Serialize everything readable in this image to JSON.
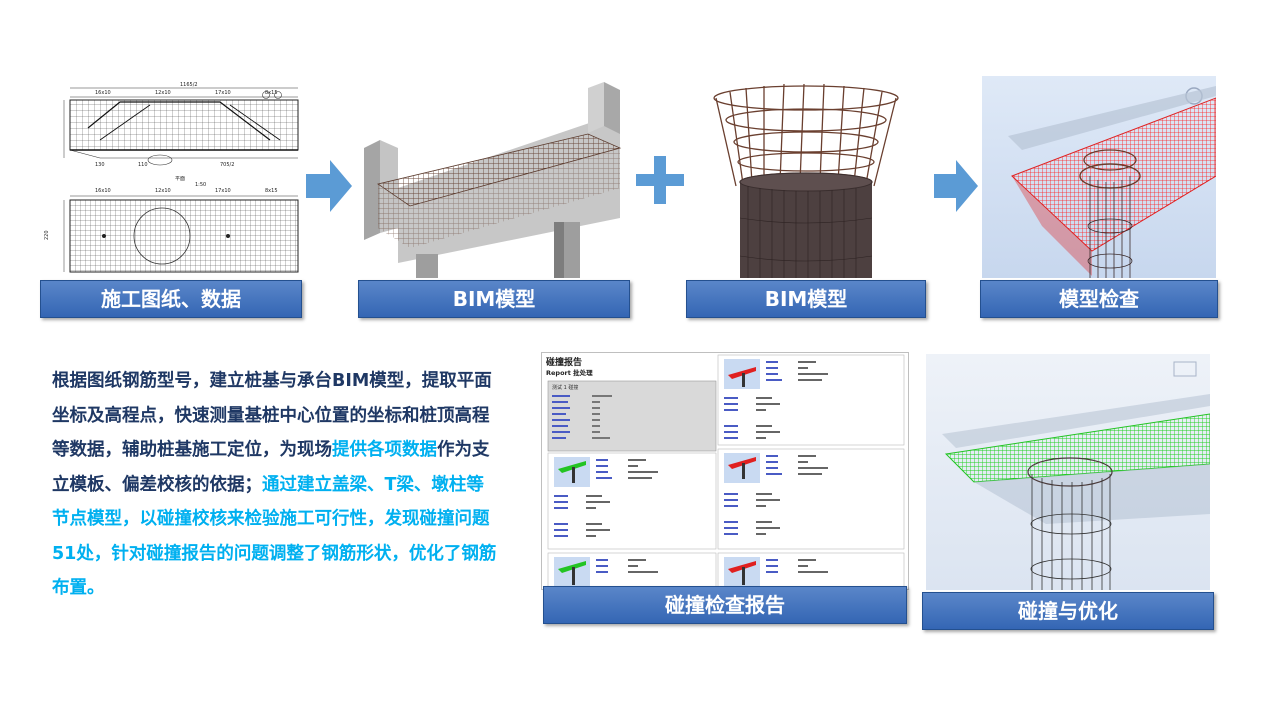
{
  "steps": [
    {
      "label": "施工图纸、数据"
    },
    {
      "label": "BIM模型"
    },
    {
      "label": "BIM模型"
    },
    {
      "label": "模型检查"
    }
  ],
  "bottom_labels": {
    "report": "碰撞检查报告",
    "optimize": "碰撞与优化"
  },
  "drawing_text": {
    "top_dim": "1165/2",
    "dims": [
      "16x10",
      "12x10",
      "17x10",
      "8x15"
    ],
    "plan_title": "平面",
    "scale": "1:50",
    "dim_130": "130",
    "dim_110": "110",
    "dim_705": "705/2",
    "left_dim": "220"
  },
  "report_text": {
    "title": "碰撞报告",
    "subtitle": "Report 批处理",
    "test": "测试 1 碰撞"
  },
  "description": {
    "part1": "根据图纸钢筋型号，建立桩基与承台BIM模型，提取平面坐标及高程点，快速测量基桩中心位置的坐标和桩顶高程等数据，辅助桩基施工定位，为现场",
    "highlight1": "提供各项数据",
    "part2": "作为支立模板、偏差校核的依据；",
    "highlight2": "通过建立盖梁、T梁、墩柱等节点模型，以碰撞校核来检验施工可行性，发现碰撞问题51处，针对碰撞报告的问题调整了钢筋形状，优化了钢筋布置。"
  },
  "colors": {
    "label_bg": "#3f6fba",
    "arrow": "#5b9bd5",
    "text_main": "#1f3864",
    "text_highlight": "#00b0f0",
    "rebar_red": "#e02020",
    "rebar_green": "#22c422"
  }
}
